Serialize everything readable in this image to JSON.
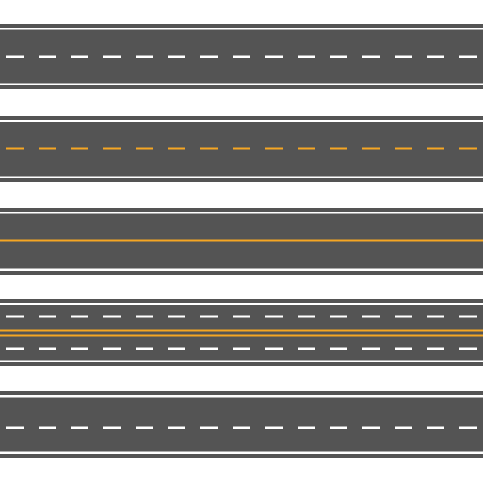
{
  "colors": {
    "background": "#ffffff",
    "asphalt": "#545454",
    "white_marking": "#ffffff",
    "yellow_marking": "#f5a623"
  },
  "roads": [
    {
      "name": "road-white-dashed-center",
      "markings": [
        {
          "style": "dashed",
          "color": "white"
        }
      ]
    },
    {
      "name": "road-yellow-dashed-center",
      "markings": [
        {
          "style": "dashed",
          "color": "yellow"
        }
      ]
    },
    {
      "name": "road-yellow-solid-center",
      "markings": [
        {
          "style": "solid",
          "color": "yellow"
        }
      ]
    },
    {
      "name": "road-four-lane-double-yellow",
      "markings": [
        {
          "style": "dashed",
          "color": "white"
        },
        {
          "style": "double-solid",
          "color": "yellow"
        },
        {
          "style": "dashed",
          "color": "white"
        }
      ]
    },
    {
      "name": "road-white-dashed-lower",
      "markings": [
        {
          "style": "dashed",
          "color": "white"
        }
      ]
    }
  ]
}
